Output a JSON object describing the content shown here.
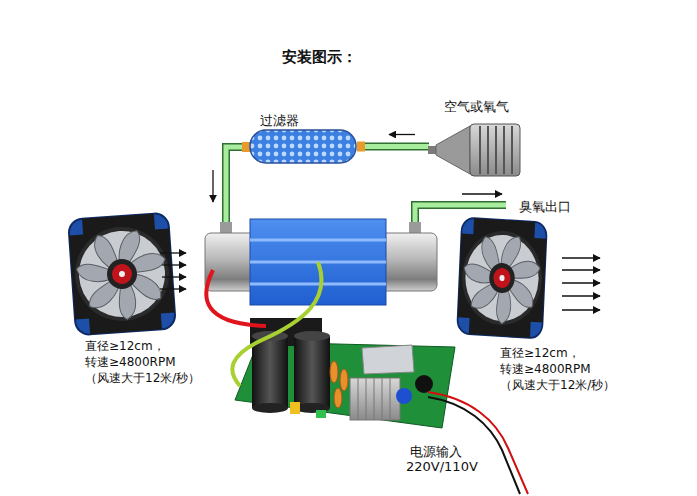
{
  "diagram": {
    "title": "安装图示：",
    "nodes": [
      {
        "text": [
          "空气或氧气"
        ]
      },
      {
        "text": [
          "过滤器"
        ]
      }
    ],
    "edges": [
      {
        "from": 0,
        "to": 1,
        "arrow": "to"
      }
    ],
    "labels": [
      "臭氧出口",
      "直径≥12cm，",
      "转速≥4800RPM",
      "（风速大于12米/秒）",
      "直径≥12cm，",
      "转速≥4800RPM",
      "（风速大于12米/秒）",
      "电源输入",
      "220V/110V"
    ]
  }
}
